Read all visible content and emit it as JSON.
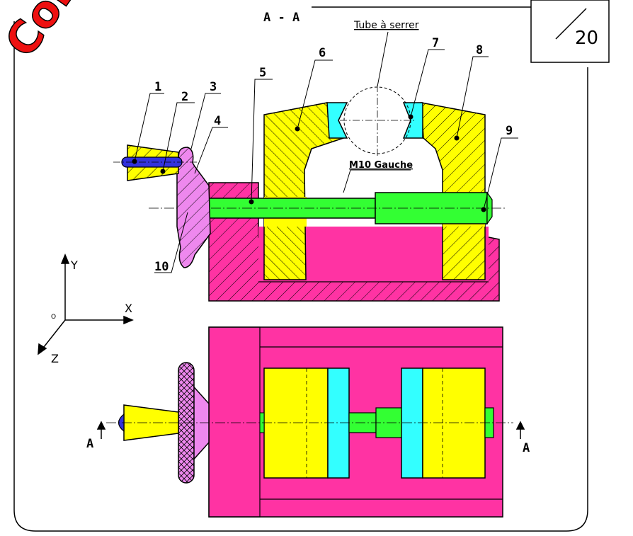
{
  "stamp": "Corrigé",
  "section_title": "A - A",
  "tube_label": "Tube à serrer",
  "thread_label": "M10 Gauche",
  "page_number": "20",
  "parts": [
    "1",
    "2",
    "3",
    "4",
    "5",
    "6",
    "7",
    "8",
    "9",
    "10"
  ],
  "axes": {
    "x": "X",
    "y": "Y",
    "z": "Z",
    "origin": "O"
  },
  "section_mark": "A",
  "colors": {
    "body": "#ff33a3",
    "jaw": "#ffff00",
    "insert": "#33ffff",
    "screw": "#33ff33",
    "handwheel": "#ee88ee",
    "cone": "#ffff00",
    "pin": "#3333dd",
    "stamp": "#ee1111"
  }
}
